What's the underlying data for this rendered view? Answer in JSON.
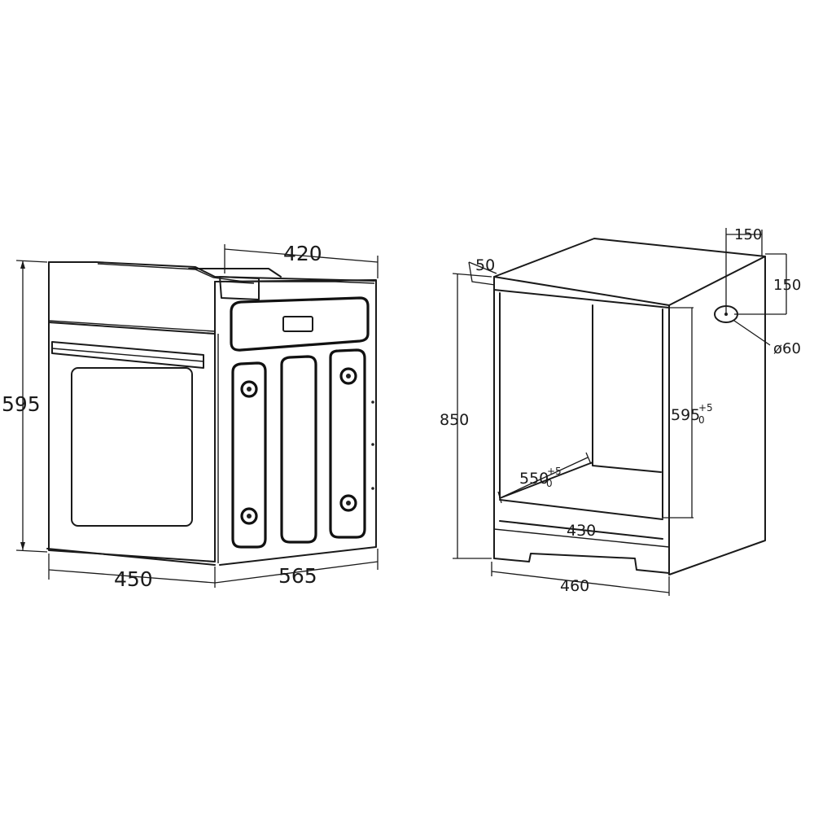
{
  "oven": {
    "height": "595",
    "width": "450",
    "depth": "565",
    "back_width": "420"
  },
  "niche": {
    "top_offset": "50",
    "height": "850",
    "opening_height": "595",
    "opening_height_tol_upper": "+5",
    "opening_height_tol_lower": "0",
    "opening_depth": "550",
    "opening_depth_tol_upper": "+5",
    "opening_depth_tol_lower": "0",
    "inner_width": "430",
    "outer_width": "460",
    "hole_horizontal": "150",
    "hole_vertical": "150",
    "hole_diameter": "ø60"
  }
}
